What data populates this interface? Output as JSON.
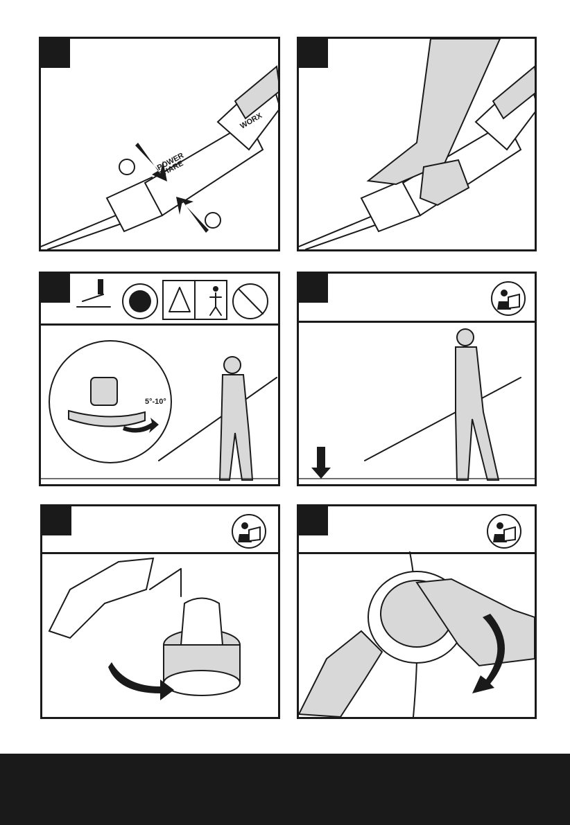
{
  "panels": [
    {
      "id": "A",
      "icons": []
    },
    {
      "id": "B",
      "icons": []
    },
    {
      "id": "C",
      "icons": [
        "cutting-head-icon",
        "face-protection-icon",
        "thrown-objects-distance-icon",
        "no-rain-icon"
      ],
      "angle_label": "5°-10°"
    },
    {
      "id": "D",
      "icons": [
        "read-manual-icon"
      ]
    },
    {
      "id": "E",
      "icons": [
        "read-manual-icon"
      ]
    },
    {
      "id": "F",
      "icons": [
        "read-manual-icon"
      ]
    }
  ],
  "tool_text": {
    "brand": "WORX",
    "power_share_line1": "POWER",
    "power_share_line2": "SHARE"
  },
  "colors": {
    "ink": "#1a1a1a",
    "footer": "#1a1a1a",
    "background": "#ffffff"
  }
}
